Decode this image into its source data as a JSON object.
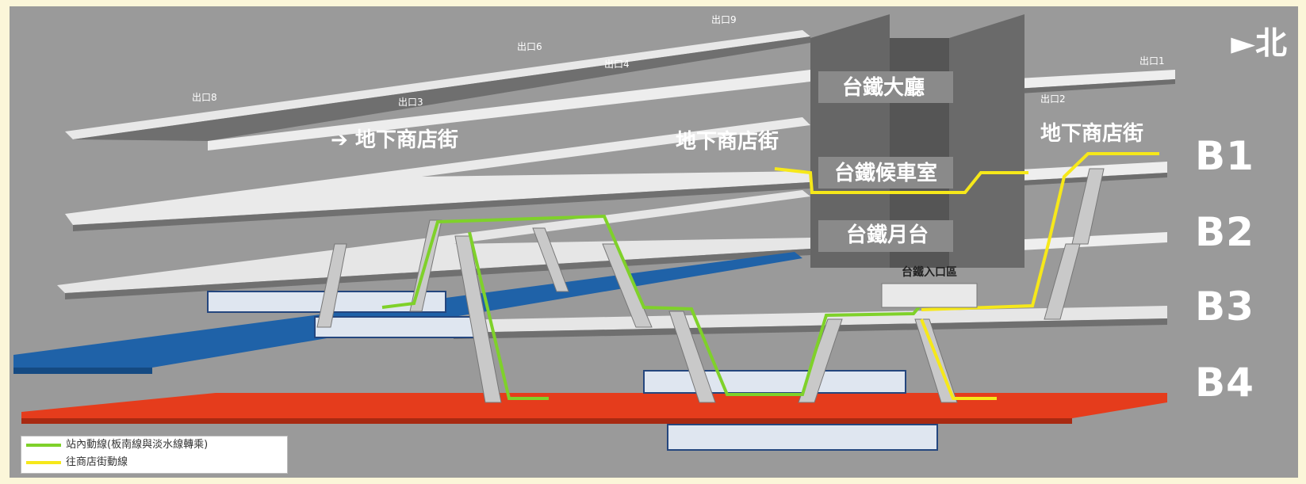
{
  "north": "►北",
  "levels": {
    "b1": "B1",
    "b2": "B2",
    "b3": "B3",
    "b4": "B4"
  },
  "exits": {
    "e1": "出口1",
    "e2": "出口2",
    "e3": "出口3",
    "e4": "出口4",
    "e6": "出口6",
    "e8": "出口8",
    "e9": "出口9"
  },
  "labels": {
    "mall_left": "地下商店街",
    "mall_center": "地下商店街",
    "mall_right": "地下商店街",
    "tra_hall": "台鐵大廳",
    "tra_waiting": "台鐵候車室",
    "tra_platform": "台鐵月台",
    "tra_entrance": "台鐵入口區"
  },
  "legend": {
    "green": "站內動線(板南線與淡水線轉乘)",
    "yellow": "往商店街動線"
  },
  "colors": {
    "background": "#9a9a9a",
    "blue_line": "#1f62a8",
    "red_line": "#e53c1c",
    "green_route": "#7fd12a",
    "yellow_route": "#f6e81a"
  }
}
